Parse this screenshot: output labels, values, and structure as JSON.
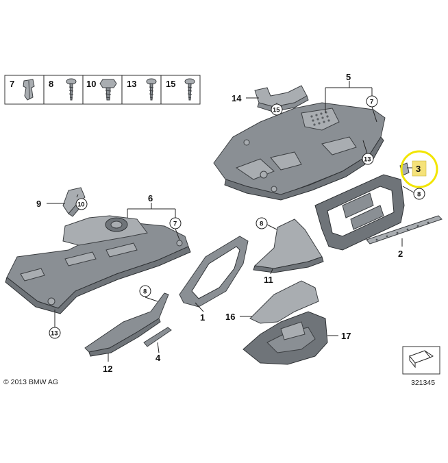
{
  "diagram": {
    "copyright": "© 2013 BMW AG",
    "image_number": "321345",
    "fasteners": [
      {
        "label": "7",
        "icon": "clip-icon"
      },
      {
        "label": "8",
        "icon": "screw-icon"
      },
      {
        "label": "10",
        "icon": "hex-screw-icon"
      },
      {
        "label": "13",
        "icon": "screw-icon"
      },
      {
        "label": "15",
        "icon": "screw-icon"
      }
    ],
    "labels": {
      "p1": "1",
      "p2": "2",
      "p3": "3",
      "p4": "4",
      "p5": "5",
      "p6": "6",
      "p9": "9",
      "p11": "11",
      "p12": "12",
      "p14": "14",
      "p16": "16",
      "p17": "17",
      "c7a": "7",
      "c7b": "7",
      "c8a": "8",
      "c8b": "8",
      "c8c": "8",
      "c10": "10",
      "c13a": "13",
      "c13b": "13",
      "c15": "15"
    },
    "highlight_color": "#f2e500",
    "highlight_fill": "#f5e27a"
  }
}
